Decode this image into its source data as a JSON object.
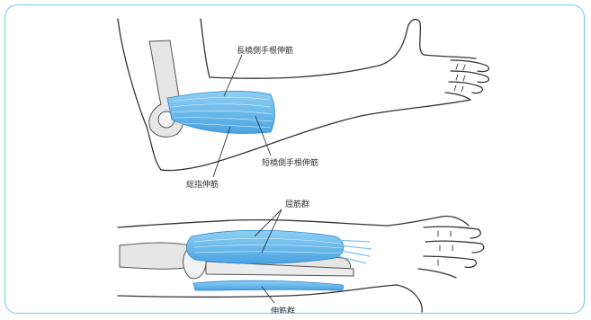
{
  "colors": {
    "frame": "#6cc9e8",
    "muscle": "#5aaee6",
    "muscle_dark": "#2f86cf",
    "bone": "#e6e6e6",
    "outline": "#333333"
  },
  "labels": {
    "ecrl": "長橈側手根伸筋",
    "ecrb": "短橈側手根伸筋",
    "edc": "総指伸筋",
    "flexors": "屈筋群",
    "extensors": "伸筋群"
  }
}
